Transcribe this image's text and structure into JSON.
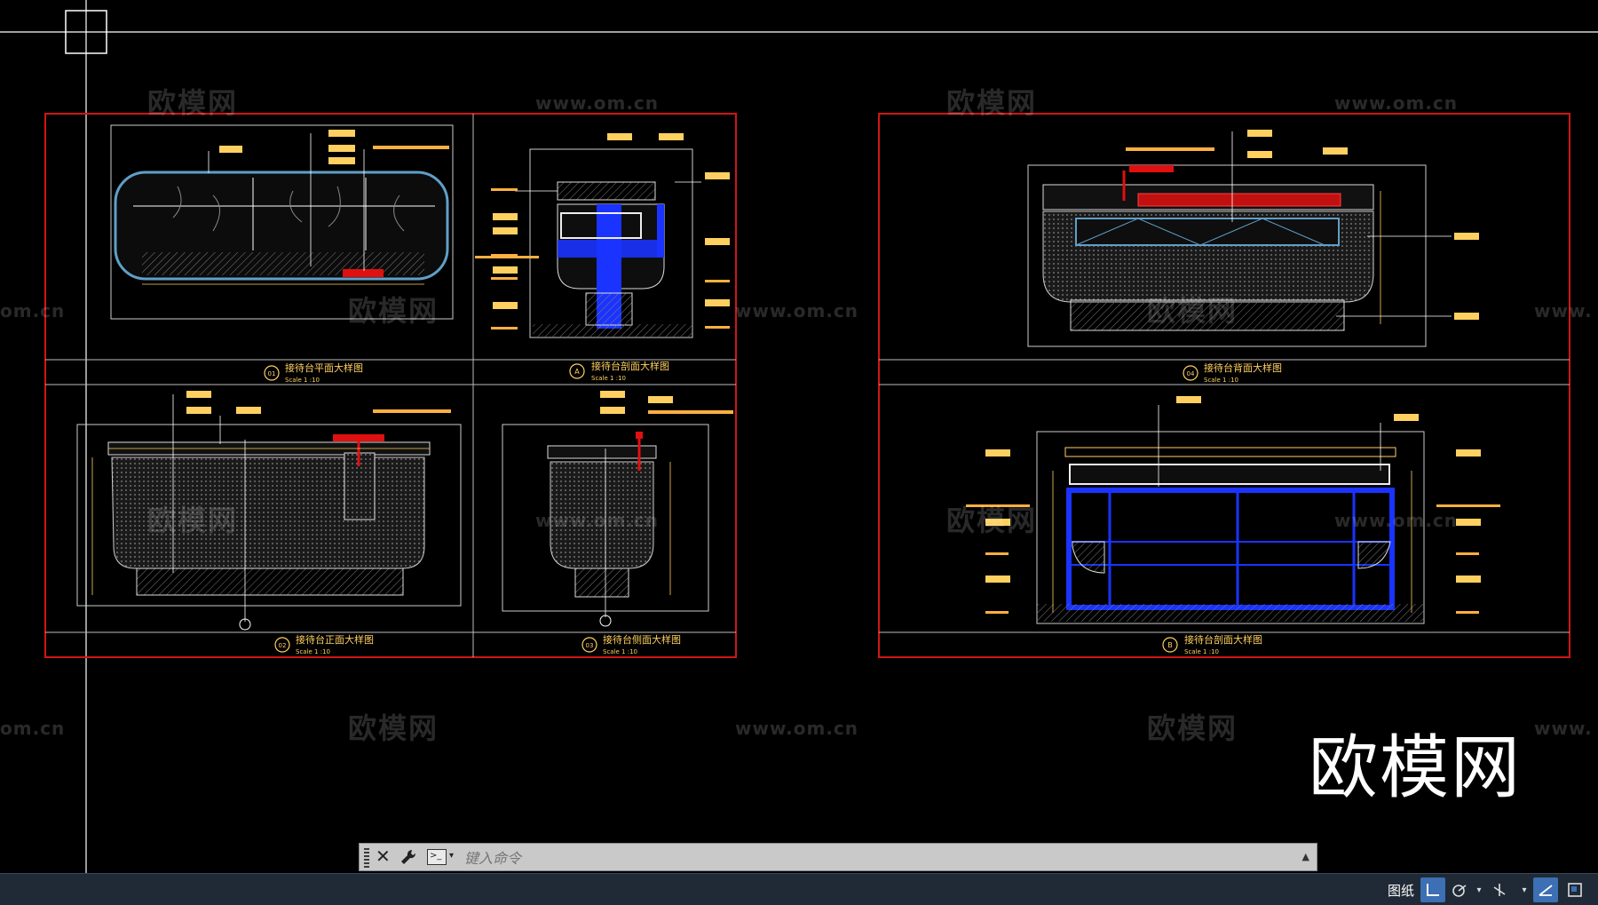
{
  "drawing": {
    "sheet1": {
      "views": [
        {
          "num": "01",
          "title": "接待台平面大样图",
          "scale": "Scale 1 :10"
        },
        {
          "num": "A",
          "title": "接待台剖面大样图",
          "scale": "Scale 1 :10"
        },
        {
          "num": "02",
          "title": "接待台正面大样图",
          "scale": "Scale 1 :10"
        },
        {
          "num": "03",
          "title": "接待台侧面大样图",
          "scale": "Scale 1 :10"
        }
      ]
    },
    "sheet2": {
      "views": [
        {
          "num": "04",
          "title": "接待台背面大样图",
          "scale": "Scale 1 :10"
        },
        {
          "num": "B",
          "title": "接待台剖面大样图",
          "scale": "Scale 1 :10"
        }
      ]
    }
  },
  "watermarks": {
    "cn": "欧模网",
    "url": "www.om.cn",
    "url_partial_left": "om.cn",
    "url_partial_right": "www."
  },
  "logo_watermark": "欧模网",
  "command_line": {
    "placeholder": "键入命令",
    "close_glyph": "✕",
    "scroll_glyph": "▲",
    "dropdown_glyph": "▾"
  },
  "status_bar": {
    "paper_label": "图纸",
    "caret_glyph": "▾"
  },
  "colors": {
    "background": "#000000",
    "frame_red": "#d01515",
    "linework": "#ffffff",
    "dimension_yellow": "#ffd060",
    "label_orange": "#ffb040",
    "section_blue": "#1a33ff",
    "status_bar": "#1f2a36"
  }
}
